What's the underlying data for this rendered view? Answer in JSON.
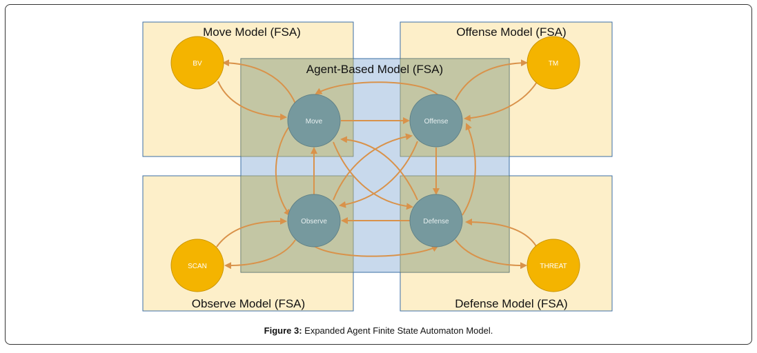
{
  "regions": {
    "move": {
      "title": "Move Model (FSA)"
    },
    "offense": {
      "title": "Offense Model (FSA)"
    },
    "observe": {
      "title": "Observe Model (FSA)"
    },
    "defense": {
      "title": "Defense Model (FSA)"
    },
    "agent": {
      "title": "Agent-Based Model (FSA)"
    }
  },
  "states": {
    "move": "Move",
    "offense": "Offense",
    "observe": "Observe",
    "defense": "Defense"
  },
  "substates": {
    "bv": "BV",
    "tm": "TM",
    "scan": "SCAN",
    "threat": "THREAT"
  },
  "colors": {
    "region_fill": "#fdefc9",
    "region_border": "#3a6ea5",
    "agent_fill": "#b9c7a0",
    "center_fill": "#c8d9ec",
    "state_fill": "#76999e",
    "substate_fill": "#f4b400",
    "arrow": "#d9924a"
  },
  "caption": {
    "label": "Figure 3:",
    "text": " Expanded Agent Finite State Automaton Model."
  }
}
